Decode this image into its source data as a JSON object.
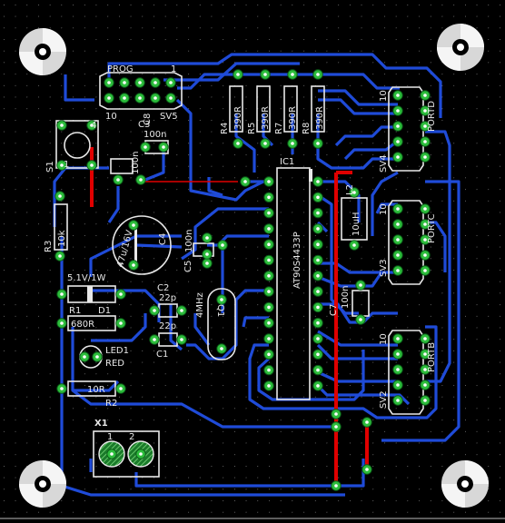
{
  "board": {
    "colors": {
      "background": "#000000",
      "grid": "#bcbcbc",
      "track_bottom": "#1f4bd8",
      "track_top": "#e00000",
      "silkscreen": "#e8e8e8",
      "pad": "#2dbd3c"
    },
    "labels": {
      "prog": "PROG",
      "prog_pin1": "1",
      "prog_pin10": "10",
      "sv5": "SV5",
      "c3_name": "C3",
      "c3_val": "100n",
      "c8_val": "100n",
      "c8_name": "C8",
      "r4": "R4",
      "r5": "R5",
      "r7": "R7",
      "r8": "R8",
      "r390a": "390R",
      "r390b": "390R",
      "r390c": "390R",
      "r390d": "390R",
      "s1": "S1",
      "r3": "R3",
      "r3_val": "10k",
      "c4_val": "47u/16V",
      "c4_name": "C4",
      "c5_name": "C5",
      "c5_val": "100n",
      "diode_val": "5.1V/1W",
      "r1": "R1",
      "d1": "D1",
      "r1_val": "680R",
      "c2": "C2",
      "c2_val": "22p",
      "c1_val": "22p",
      "c1": "C1",
      "q1_val": "4MHz",
      "q1": "Q1",
      "ic1": "IC1",
      "ic1_part": "AT90S4433P",
      "led1": "LED1",
      "led1_color": "RED",
      "r2_val": "10R",
      "r2": "R2",
      "x1": "X1",
      "x1_p1": "1",
      "x1_p2": "2",
      "l2": "L2",
      "l2_val": "10uH",
      "c7": "C7",
      "c7_val": "100n",
      "sv4": "SV4",
      "sv3": "SV3",
      "sv2": "SV2",
      "portd": "PORTD",
      "portc": "PORTC",
      "portb": "PORTB",
      "hdr10a": "10",
      "hdr10b": "10",
      "hdr10c": "10",
      "p1": "1"
    }
  }
}
